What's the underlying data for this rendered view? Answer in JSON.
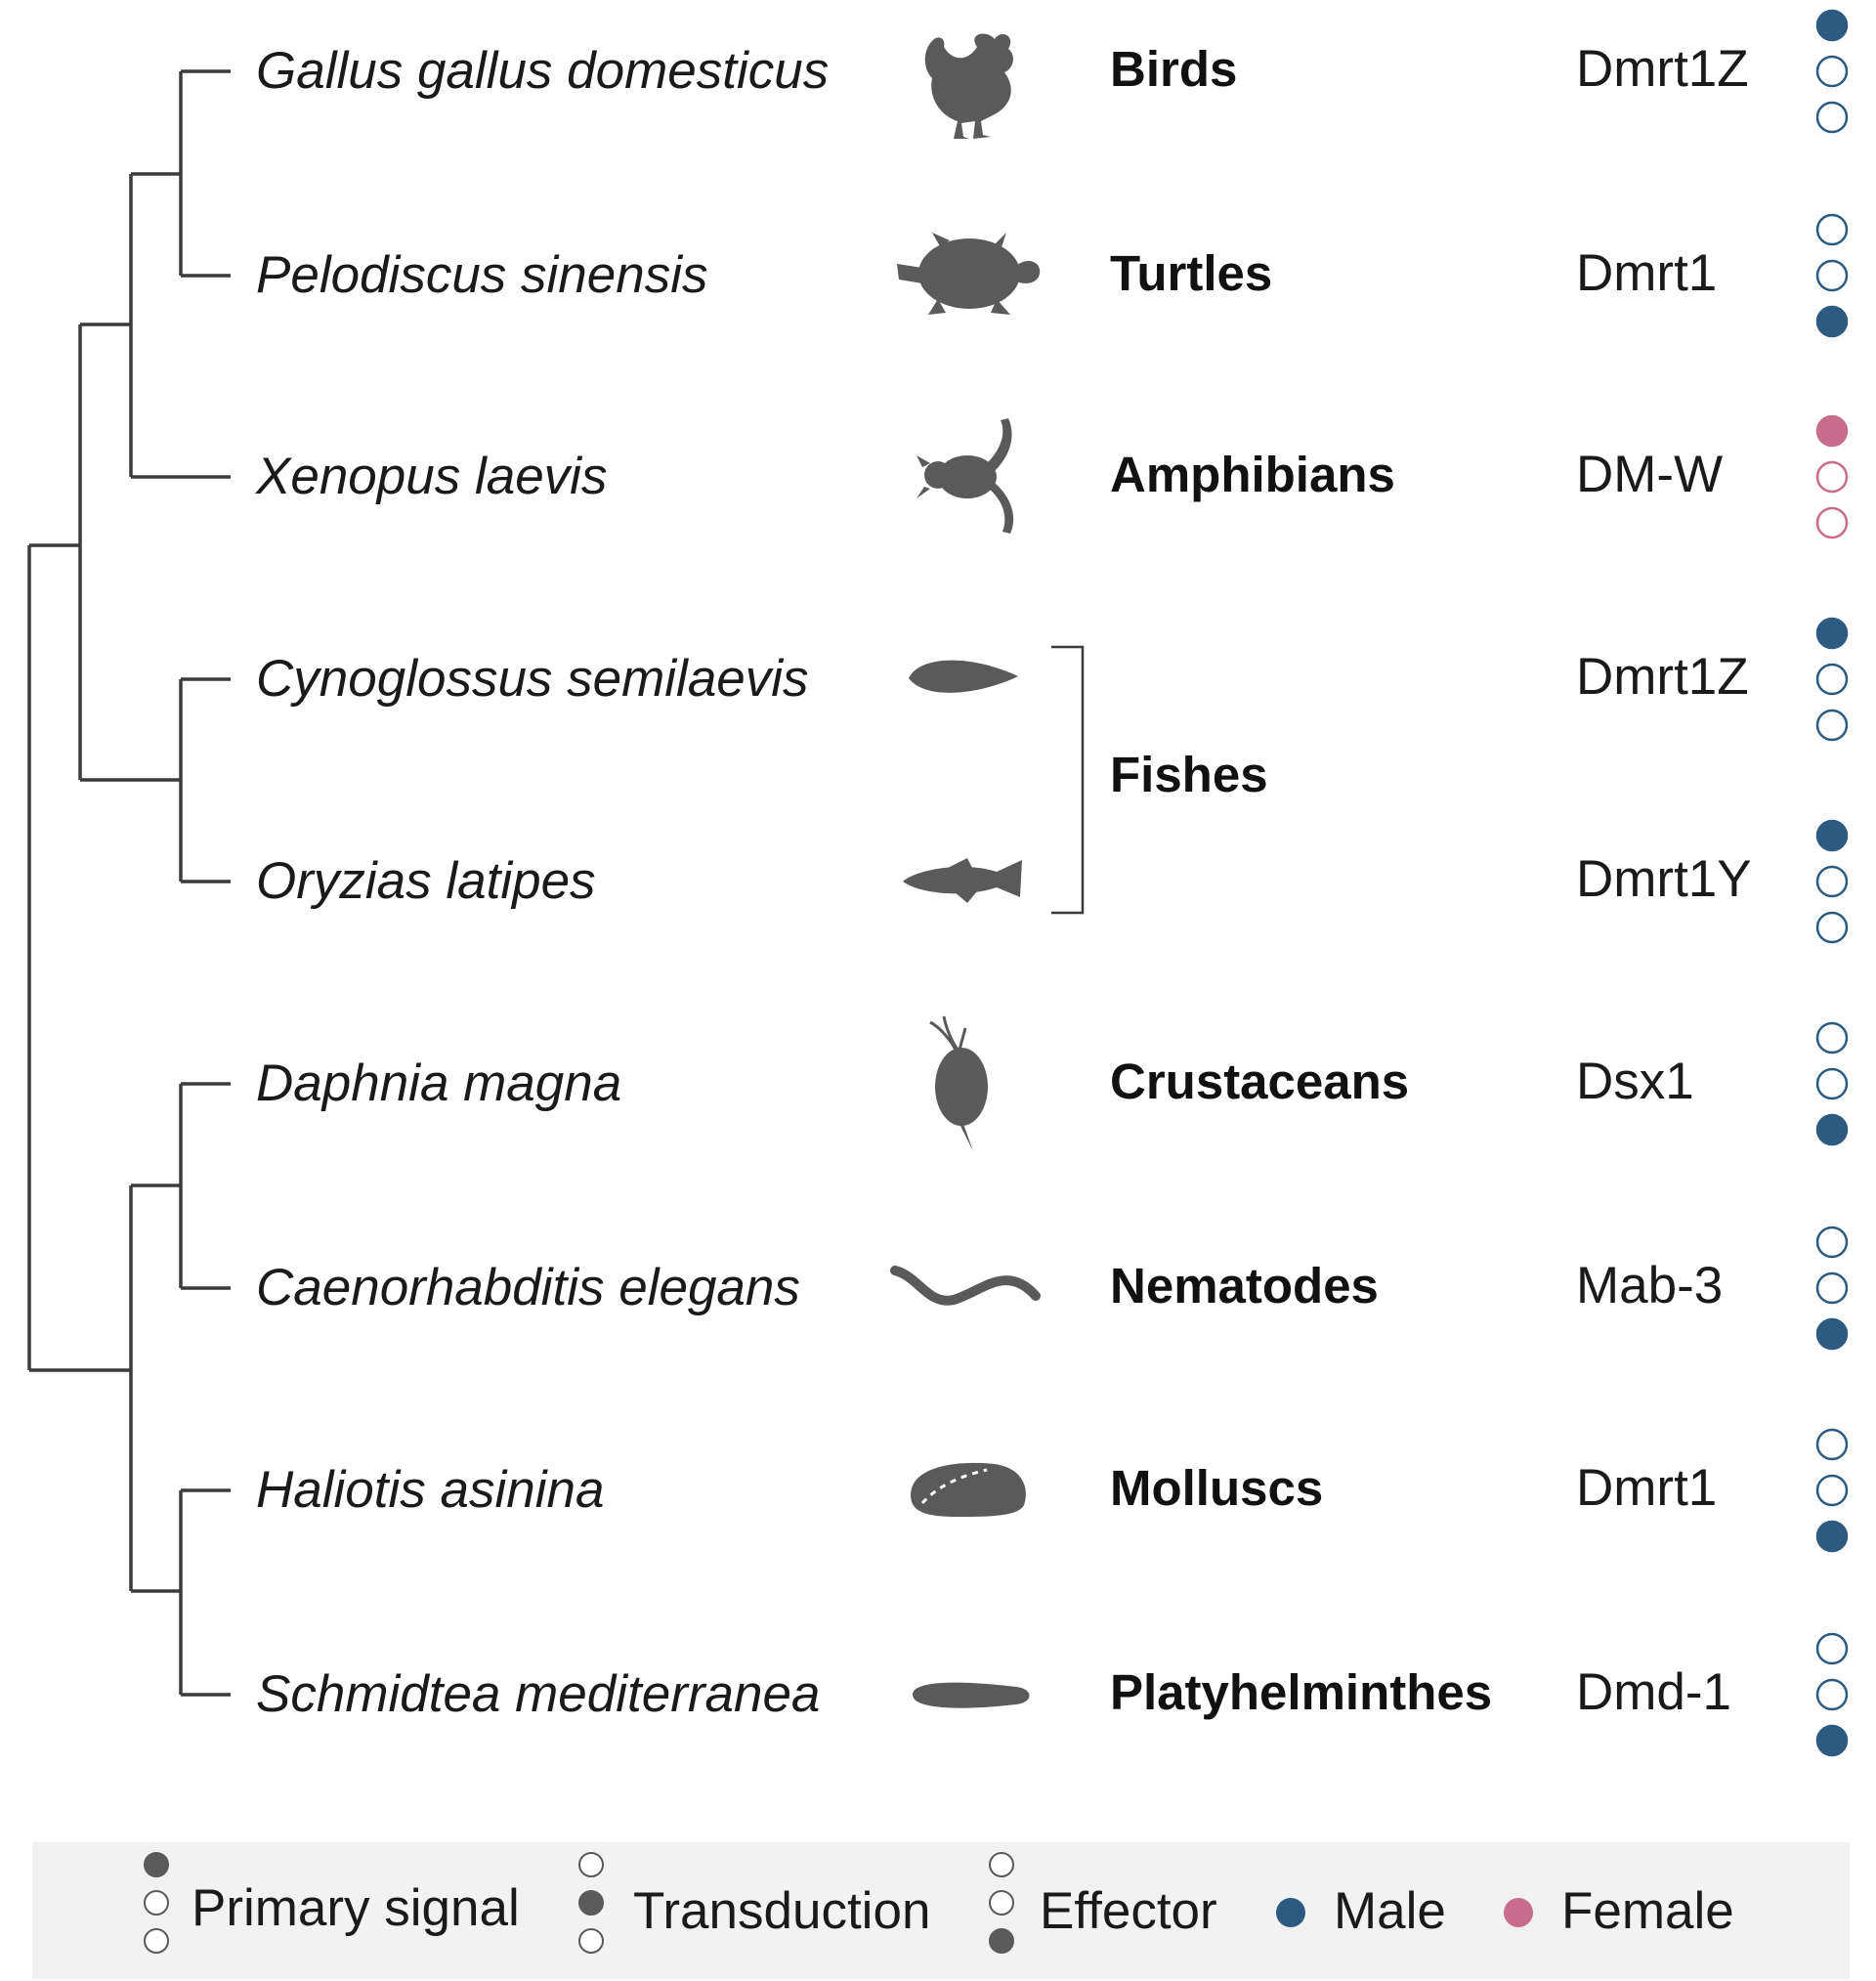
{
  "colors": {
    "male": "#2c5a80",
    "female": "#c76c8c",
    "legend_dot": "#5a5a5a",
    "legend_bg": "#f2f2f2",
    "tree": "#3b3b3b"
  },
  "taxa": [
    {
      "species": "Gallus gallus domesticus",
      "group": "Birds",
      "gene": "Dmrt1Z",
      "icon": "rooster-icon",
      "sex": "male",
      "role": 0
    },
    {
      "species": "Pelodiscus sinensis",
      "group": "Turtles",
      "gene": "Dmrt1",
      "icon": "turtle-icon",
      "sex": "male",
      "role": 2
    },
    {
      "species": "Xenopus laevis",
      "group": "Amphibians",
      "gene": "DM-W",
      "icon": "frog-icon",
      "sex": "female",
      "role": 0
    },
    {
      "species": "Cynoglossus semilaevis",
      "group": "Fishes",
      "gene": "Dmrt1Z",
      "icon": "flatfish-icon",
      "sex": "male",
      "role": 0
    },
    {
      "species": "Oryzias latipes",
      "group": "Fishes",
      "gene": "Dmrt1Y",
      "icon": "medaka-icon",
      "sex": "male",
      "role": 0
    },
    {
      "species": "Daphnia magna",
      "group": "Crustaceans",
      "gene": "Dsx1",
      "icon": "water-flea-icon",
      "sex": "male",
      "role": 2
    },
    {
      "species": "Caenorhabditis elegans",
      "group": "Nematodes",
      "gene": "Mab-3",
      "icon": "worm-icon",
      "sex": "male",
      "role": 2
    },
    {
      "species": "Haliotis asinina",
      "group": "Molluscs",
      "gene": "Dmrt1",
      "icon": "abalone-icon",
      "sex": "male",
      "role": 2
    },
    {
      "species": "Schmidtea mediterranea",
      "group": "Platyhelminthes",
      "gene": "Dmd-1",
      "icon": "flatworm-icon",
      "sex": "male",
      "role": 2
    }
  ],
  "legend": {
    "primary_signal": "Primary signal",
    "transduction": "Transduction",
    "effector": "Effector",
    "male": "Male",
    "female": "Female"
  }
}
